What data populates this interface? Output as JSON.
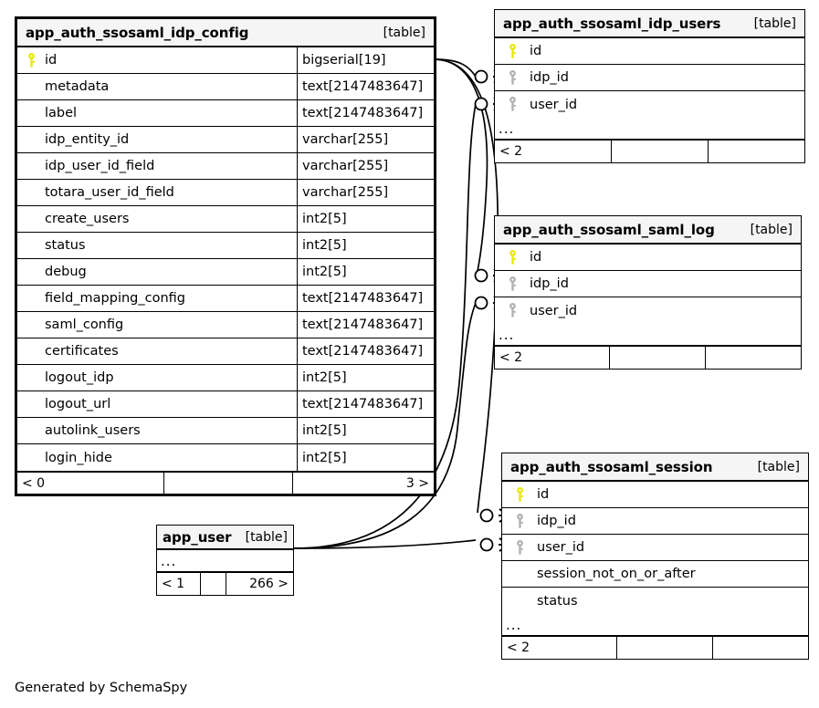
{
  "diagram": {
    "credit": "Generated by SchemaSpy",
    "table_tag": "[table]",
    "ellipsis": "...",
    "colors": {
      "primary_key": "#e8e800",
      "foreign_key": "#b0b0b0",
      "header_background": "#f5f5f5",
      "border": "#000000",
      "page_background": "#ffffff"
    }
  },
  "tables": [
    {
      "id": "app_auth_ssosaml_idp_config",
      "name": "app_auth_ssosaml_idp_config",
      "tag": "[table]",
      "columns": [
        {
          "name": "id",
          "type": "bigserial[19]",
          "key": "primary"
        },
        {
          "name": "metadata",
          "type": "text[2147483647]",
          "key": "none"
        },
        {
          "name": "label",
          "type": "text[2147483647]",
          "key": "none"
        },
        {
          "name": "idp_entity_id",
          "type": "varchar[255]",
          "key": "none"
        },
        {
          "name": "idp_user_id_field",
          "type": "varchar[255]",
          "key": "none"
        },
        {
          "name": "totara_user_id_field",
          "type": "varchar[255]",
          "key": "none"
        },
        {
          "name": "create_users",
          "type": "int2[5]",
          "key": "none"
        },
        {
          "name": "status",
          "type": "int2[5]",
          "key": "none"
        },
        {
          "name": "debug",
          "type": "int2[5]",
          "key": "none"
        },
        {
          "name": "field_mapping_config",
          "type": "text[2147483647]",
          "key": "none"
        },
        {
          "name": "saml_config",
          "type": "text[2147483647]",
          "key": "none"
        },
        {
          "name": "certificates",
          "type": "text[2147483647]",
          "key": "none"
        },
        {
          "name": "logout_idp",
          "type": "int2[5]",
          "key": "none"
        },
        {
          "name": "logout_url",
          "type": "text[2147483647]",
          "key": "none"
        },
        {
          "name": "autolink_users",
          "type": "int2[5]",
          "key": "none"
        },
        {
          "name": "login_hide",
          "type": "int2[5]",
          "key": "none"
        }
      ],
      "footer": {
        "left": "< 0",
        "middle": "",
        "right": "3 >"
      }
    },
    {
      "id": "app_auth_ssosaml_idp_users",
      "name": "app_auth_ssosaml_idp_users",
      "tag": "[table]",
      "columns": [
        {
          "name": "id",
          "type": "",
          "key": "primary"
        },
        {
          "name": "idp_id",
          "type": "",
          "key": "foreign"
        },
        {
          "name": "user_id",
          "type": "",
          "key": "foreign"
        }
      ],
      "footer": {
        "left": "< 2",
        "middle": "",
        "right": ""
      }
    },
    {
      "id": "app_auth_ssosaml_saml_log",
      "name": "app_auth_ssosaml_saml_log",
      "tag": "[table]",
      "columns": [
        {
          "name": "id",
          "type": "",
          "key": "primary"
        },
        {
          "name": "idp_id",
          "type": "",
          "key": "foreign"
        },
        {
          "name": "user_id",
          "type": "",
          "key": "foreign"
        }
      ],
      "footer": {
        "left": "< 2",
        "middle": "",
        "right": ""
      }
    },
    {
      "id": "app_auth_ssosaml_session",
      "name": "app_auth_ssosaml_session",
      "tag": "[table]",
      "columns": [
        {
          "name": "id",
          "type": "",
          "key": "primary"
        },
        {
          "name": "idp_id",
          "type": "",
          "key": "foreign"
        },
        {
          "name": "user_id",
          "type": "",
          "key": "foreign"
        },
        {
          "name": "session_not_on_or_after",
          "type": "",
          "key": "none"
        },
        {
          "name": "status",
          "type": "",
          "key": "none"
        }
      ],
      "footer": {
        "left": "< 2",
        "middle": "",
        "right": ""
      }
    },
    {
      "id": "app_user",
      "name": "app_user",
      "tag": "[table]",
      "columns": [],
      "footer": {
        "left": "< 1",
        "middle": "",
        "right": "266 >"
      }
    }
  ],
  "relationships": [
    {
      "from": "app_auth_ssosaml_idp_config",
      "to": "app_auth_ssosaml_idp_users",
      "to_column": "idp_id"
    },
    {
      "from": "app_user",
      "to": "app_auth_ssosaml_idp_users",
      "to_column": "user_id"
    },
    {
      "from": "app_auth_ssosaml_idp_config",
      "to": "app_auth_ssosaml_saml_log",
      "to_column": "idp_id"
    },
    {
      "from": "app_user",
      "to": "app_auth_ssosaml_saml_log",
      "to_column": "user_id"
    },
    {
      "from": "app_auth_ssosaml_idp_config",
      "to": "app_auth_ssosaml_session",
      "to_column": "idp_id"
    },
    {
      "from": "app_user",
      "to": "app_auth_ssosaml_session",
      "to_column": "user_id"
    }
  ]
}
